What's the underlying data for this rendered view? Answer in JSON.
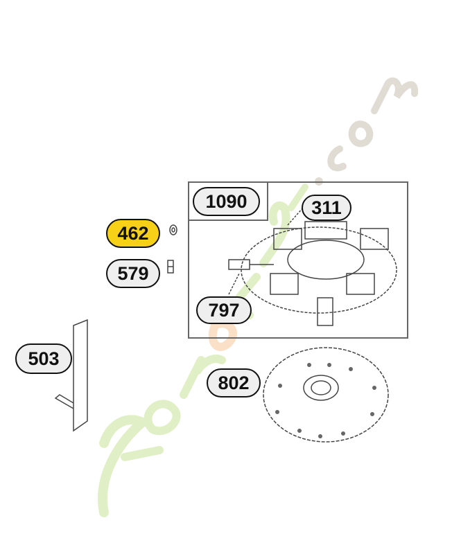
{
  "diagram": {
    "callouts": [
      {
        "id": "1090",
        "label": "1090",
        "highlighted": false
      },
      {
        "id": "311",
        "label": "311",
        "highlighted": false
      },
      {
        "id": "462",
        "label": "462",
        "highlighted": true
      },
      {
        "id": "579",
        "label": "579",
        "highlighted": false
      },
      {
        "id": "797",
        "label": "797",
        "highlighted": false
      },
      {
        "id": "503",
        "label": "503",
        "highlighted": false
      },
      {
        "id": "802",
        "label": "802",
        "highlighted": false
      }
    ],
    "highlight_color": "#f7d117",
    "watermark": "foretjardin.com"
  }
}
